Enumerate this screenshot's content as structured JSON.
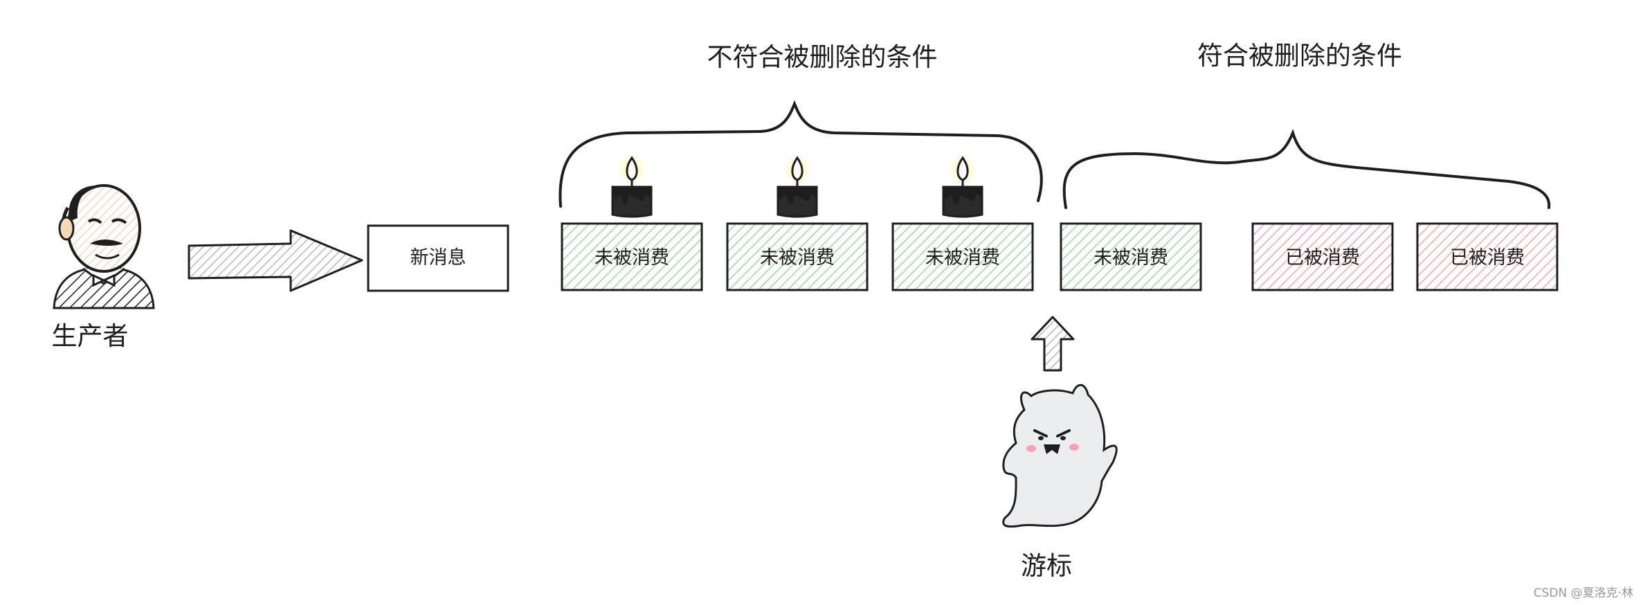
{
  "colors": {
    "stroke": "#1e1e1e",
    "unconsumed_fill": "#b2f2bb",
    "consumed_fill": "#ffc9c9",
    "new_fill": "#ffffff",
    "arrow_fill": "#ced4da",
    "candle_glow": "#fff3a8"
  },
  "producer": {
    "label": "生产者",
    "icon": "person-with-bowtie-icon"
  },
  "new_message": {
    "label": "新消息"
  },
  "groups": {
    "not_deletable": {
      "title": "不符合被删除的条件"
    },
    "deletable": {
      "title": "符合被删除的条件"
    }
  },
  "messages": [
    {
      "label": "未被消费",
      "status": "unconsumed",
      "group": "not_deletable",
      "candle": true
    },
    {
      "label": "未被消费",
      "status": "unconsumed",
      "group": "not_deletable",
      "candle": true
    },
    {
      "label": "未被消费",
      "status": "unconsumed",
      "group": "not_deletable",
      "candle": true
    },
    {
      "label": "未被消费",
      "status": "unconsumed",
      "group": "deletable",
      "candle": false
    },
    {
      "label": "已被消费",
      "status": "consumed",
      "group": "deletable",
      "candle": false
    },
    {
      "label": "已被消费",
      "status": "consumed",
      "group": "deletable",
      "candle": false
    }
  ],
  "cursor": {
    "label": "游标",
    "icon": "ghost-icon",
    "points_to_message": 3
  },
  "watermark": "CSDN @夏洛克·林"
}
